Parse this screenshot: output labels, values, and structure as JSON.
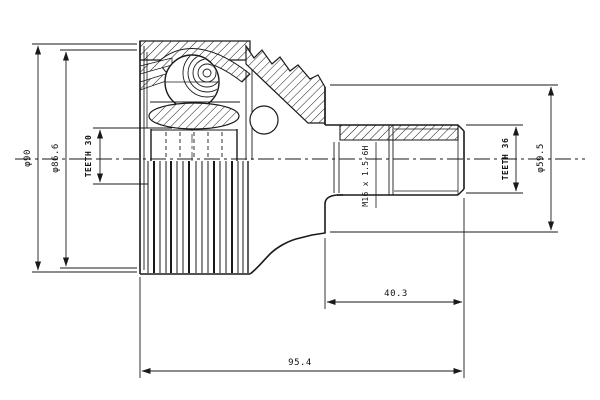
{
  "drawing": {
    "background": "#ffffff",
    "line_color": "#1a1a1a",
    "labels": {
      "outer_diameter": "φ90",
      "groove_diameter": "φ86.6",
      "inner_spline_teeth": "TEETH 30",
      "outer_spline_teeth": "TEETH 36",
      "shoulder_diameter": "φ59.5",
      "thread_spec": "M16 x 1.5-6H",
      "stub_length": "40.3",
      "overall_length": "95.4"
    }
  }
}
